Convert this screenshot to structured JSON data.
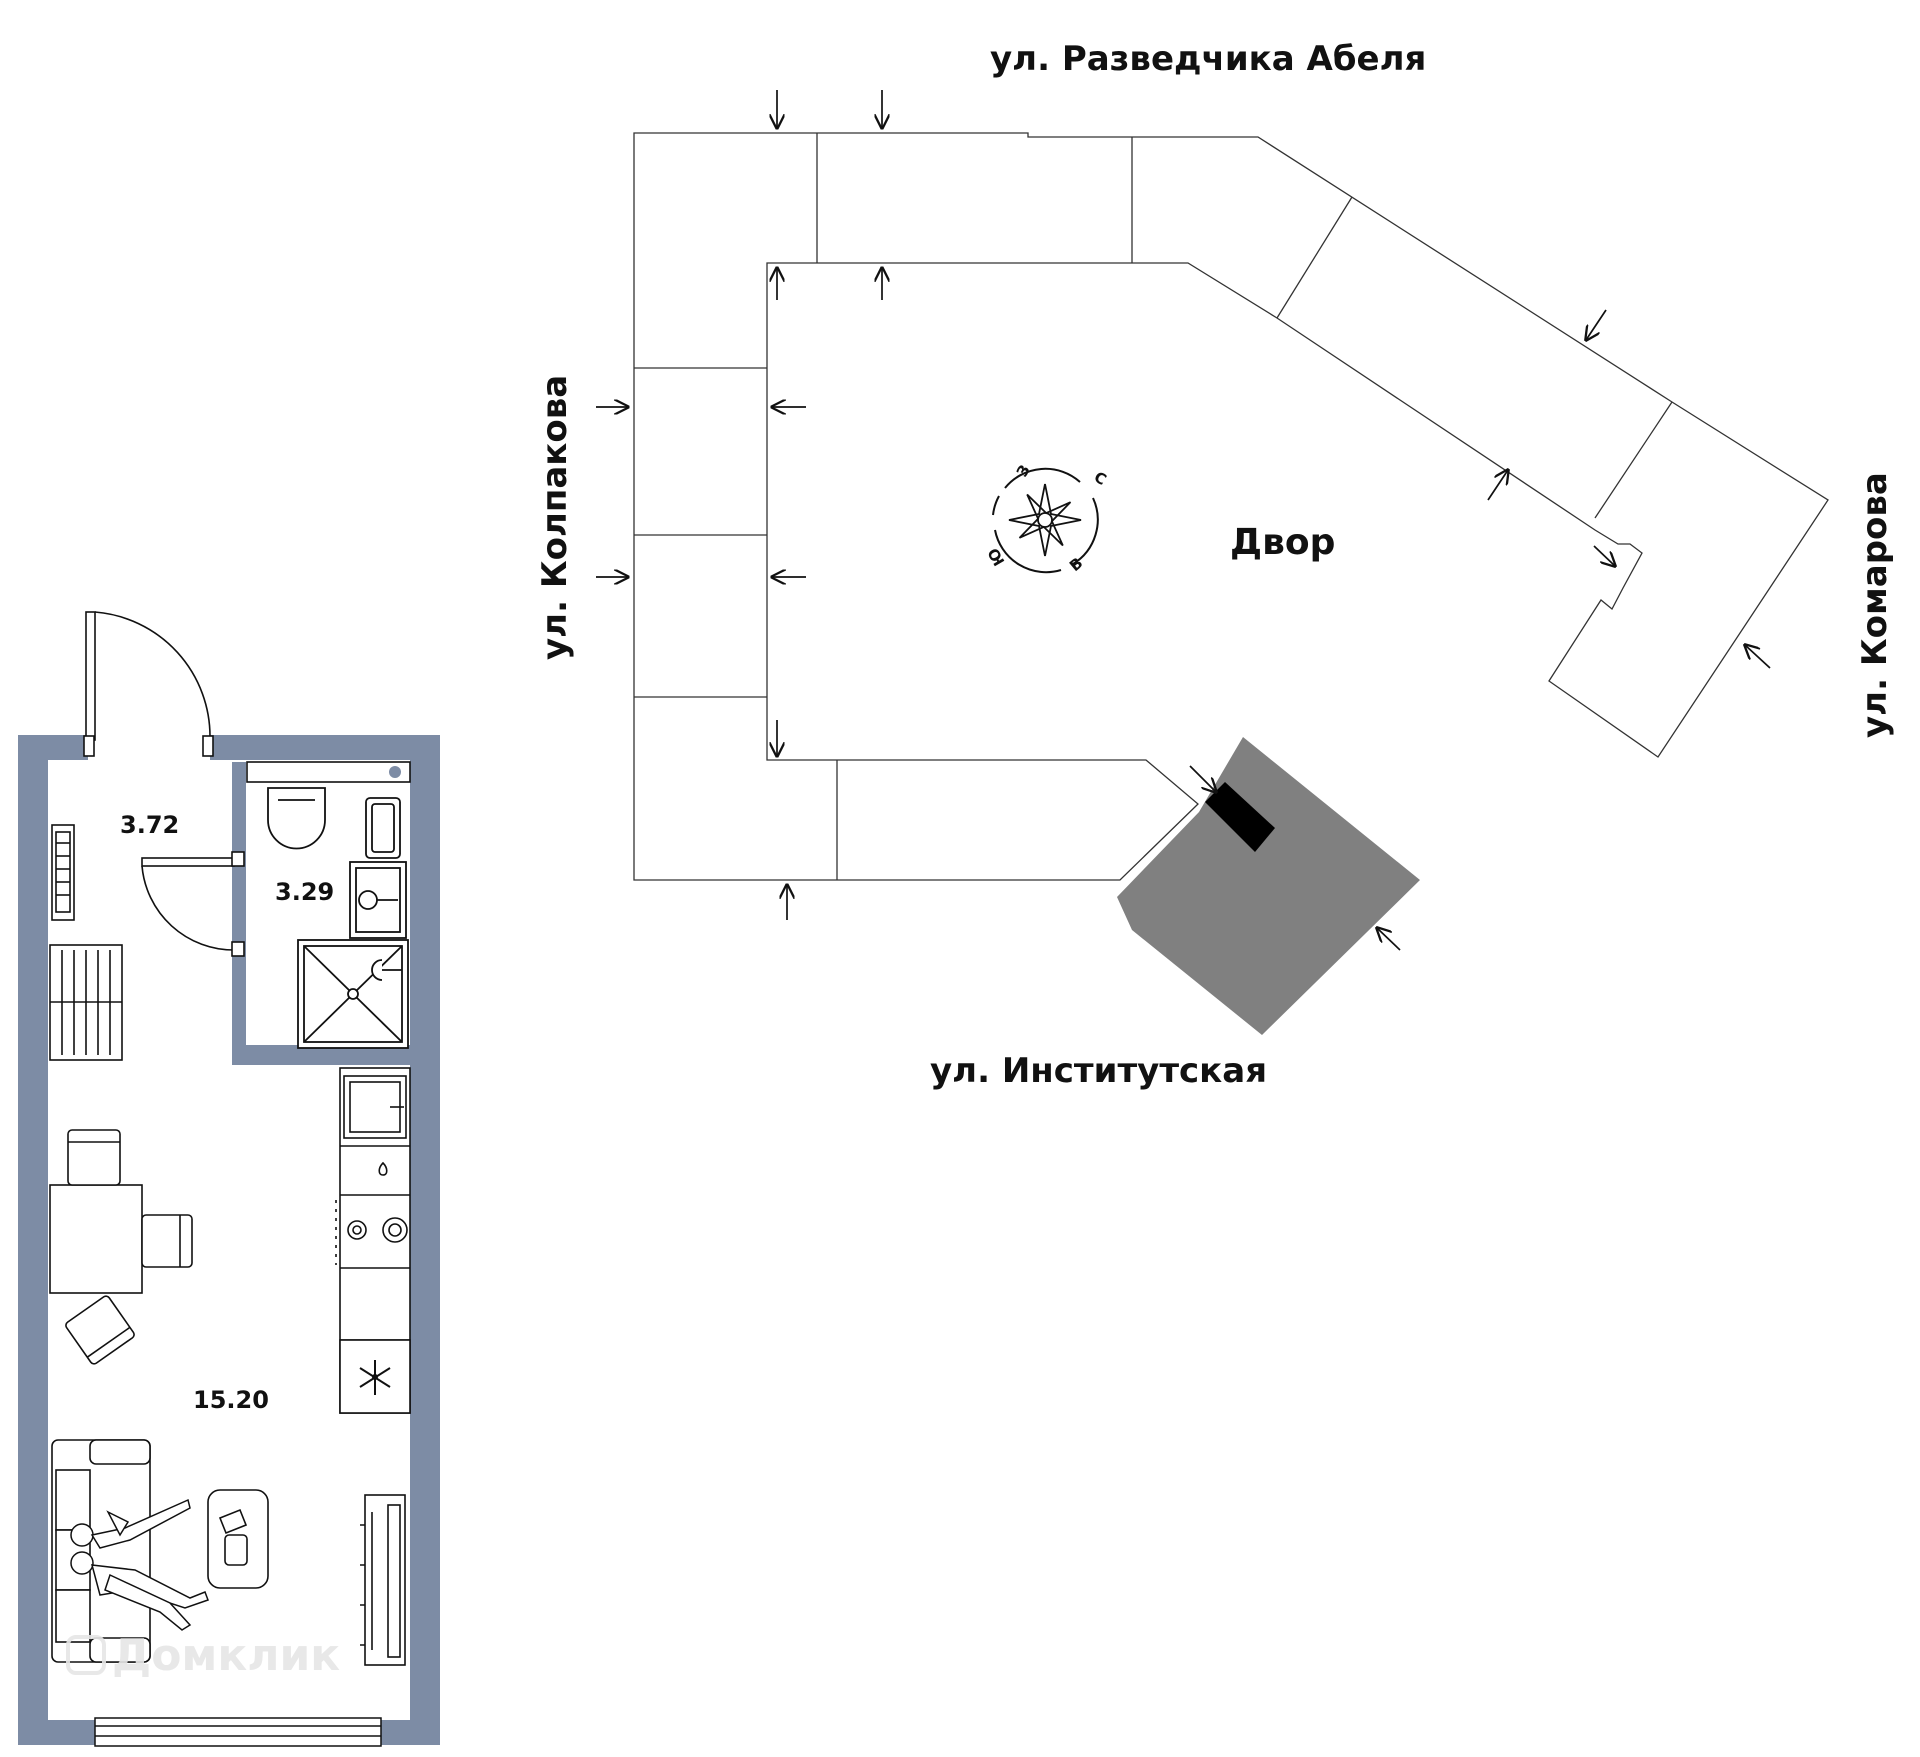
{
  "apartment": {
    "rooms": [
      {
        "id": "hall",
        "area": "3.72"
      },
      {
        "id": "bathroom",
        "area": "3.29"
      },
      {
        "id": "living",
        "area": "15.20"
      }
    ],
    "wall_color": "#7d8ca5"
  },
  "site_plan": {
    "streets": {
      "north": "ул. Разведчика Абеля",
      "west": "ул. Колпакова",
      "east": "ул. Комарова",
      "south": "ул. Институтская"
    },
    "courtyard_label": "Двор",
    "compass": {
      "north": "С",
      "east": "В",
      "south": "Ю",
      "west": "З"
    },
    "highlight_color": "#808080"
  },
  "watermark": "Домклик"
}
